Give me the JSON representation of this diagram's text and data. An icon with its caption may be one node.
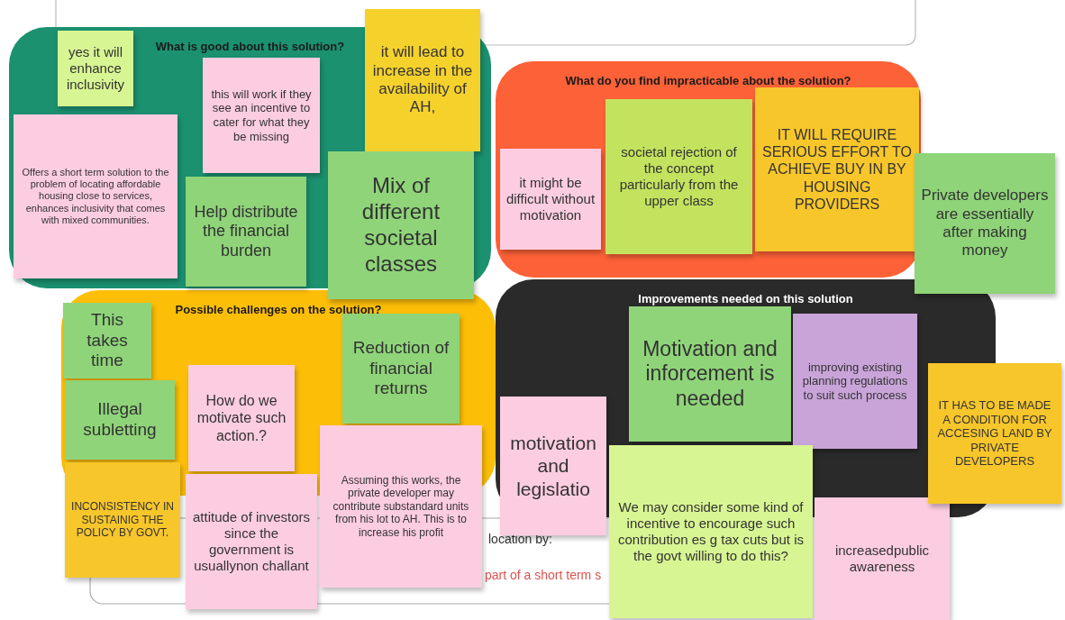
{
  "diagram": {
    "nodes": [
      {
        "text": [
          "What is good about this solution?"
        ]
      },
      {
        "text": [
          "What do you find impracticable about the solution?"
        ]
      },
      {
        "text": [
          "Possible challenges on the solution?"
        ]
      },
      {
        "text": [
          "Improvements needed on this solution"
        ]
      },
      {
        "text": [
          "yes it will enhance inclusivity"
        ],
        "in": 0
      },
      {
        "text": [
          "Offers a short term solution to the problem of locating affordable housing close to services, enhances inclusivity that comes with mixed communities."
        ],
        "in": 0
      },
      {
        "text": [
          "this will work if they see an incentive to cater for what they be missing"
        ],
        "in": 0
      },
      {
        "text": [
          "Help distribute the financial burden"
        ],
        "in": 0
      },
      {
        "text": [
          "it will lead to increase in the availability of AH,"
        ]
      },
      {
        "text": [
          "Mix of different societal classes"
        ]
      },
      {
        "text": [
          "it might be difficult without motivation"
        ],
        "in": 1
      },
      {
        "text": [
          "societal rejection of the concept particularly from the upper class"
        ],
        "in": 1
      },
      {
        "text": [
          "IT WILL REQUIRE SERIOUS EFFORT TO ACHIEVE BUY IN BY HOUSING PROVIDERS"
        ],
        "in": 1
      },
      {
        "text": [
          "Private developers are essentially after making money"
        ]
      },
      {
        "text": [
          "This takes time"
        ],
        "in": 2
      },
      {
        "text": [
          "Illegal subletting"
        ],
        "in": 2
      },
      {
        "text": [
          "INCONSISTENCY IN SUSTAINIG THE POLICY BY GOVT."
        ]
      },
      {
        "text": [
          "How do we motivate such action.?"
        ],
        "in": 2
      },
      {
        "text": [
          "Reduction of financial returns"
        ],
        "in": 2
      },
      {
        "text": [
          "attitude of investors since the government is usuallynon challant"
        ]
      },
      {
        "text": [
          "Assuming this works, the private developer may contribute substandard units from his lot to AH. This is to increase his profit"
        ]
      },
      {
        "text": [
          "Motivation and inforcement is needed"
        ],
        "in": 3
      },
      {
        "text": [
          "improving existing planning regulations to suit such process"
        ],
        "in": 3
      },
      {
        "text": [
          "motivation and legislatio"
        ]
      },
      {
        "text": [
          "We may consider some kind of incentive to encourage such contribution es g tax cuts but is the govt willing to do this?"
        ]
      },
      {
        "text": [
          "increasedpublic awareness"
        ]
      },
      {
        "text": [
          "IT HAS TO BE MADE A CONDITION FOR ACCESING LAND BY PRIVATE DEVELOPERS"
        ]
      }
    ],
    "labels": [
      "location by:",
      "part of a short term s"
    ]
  }
}
